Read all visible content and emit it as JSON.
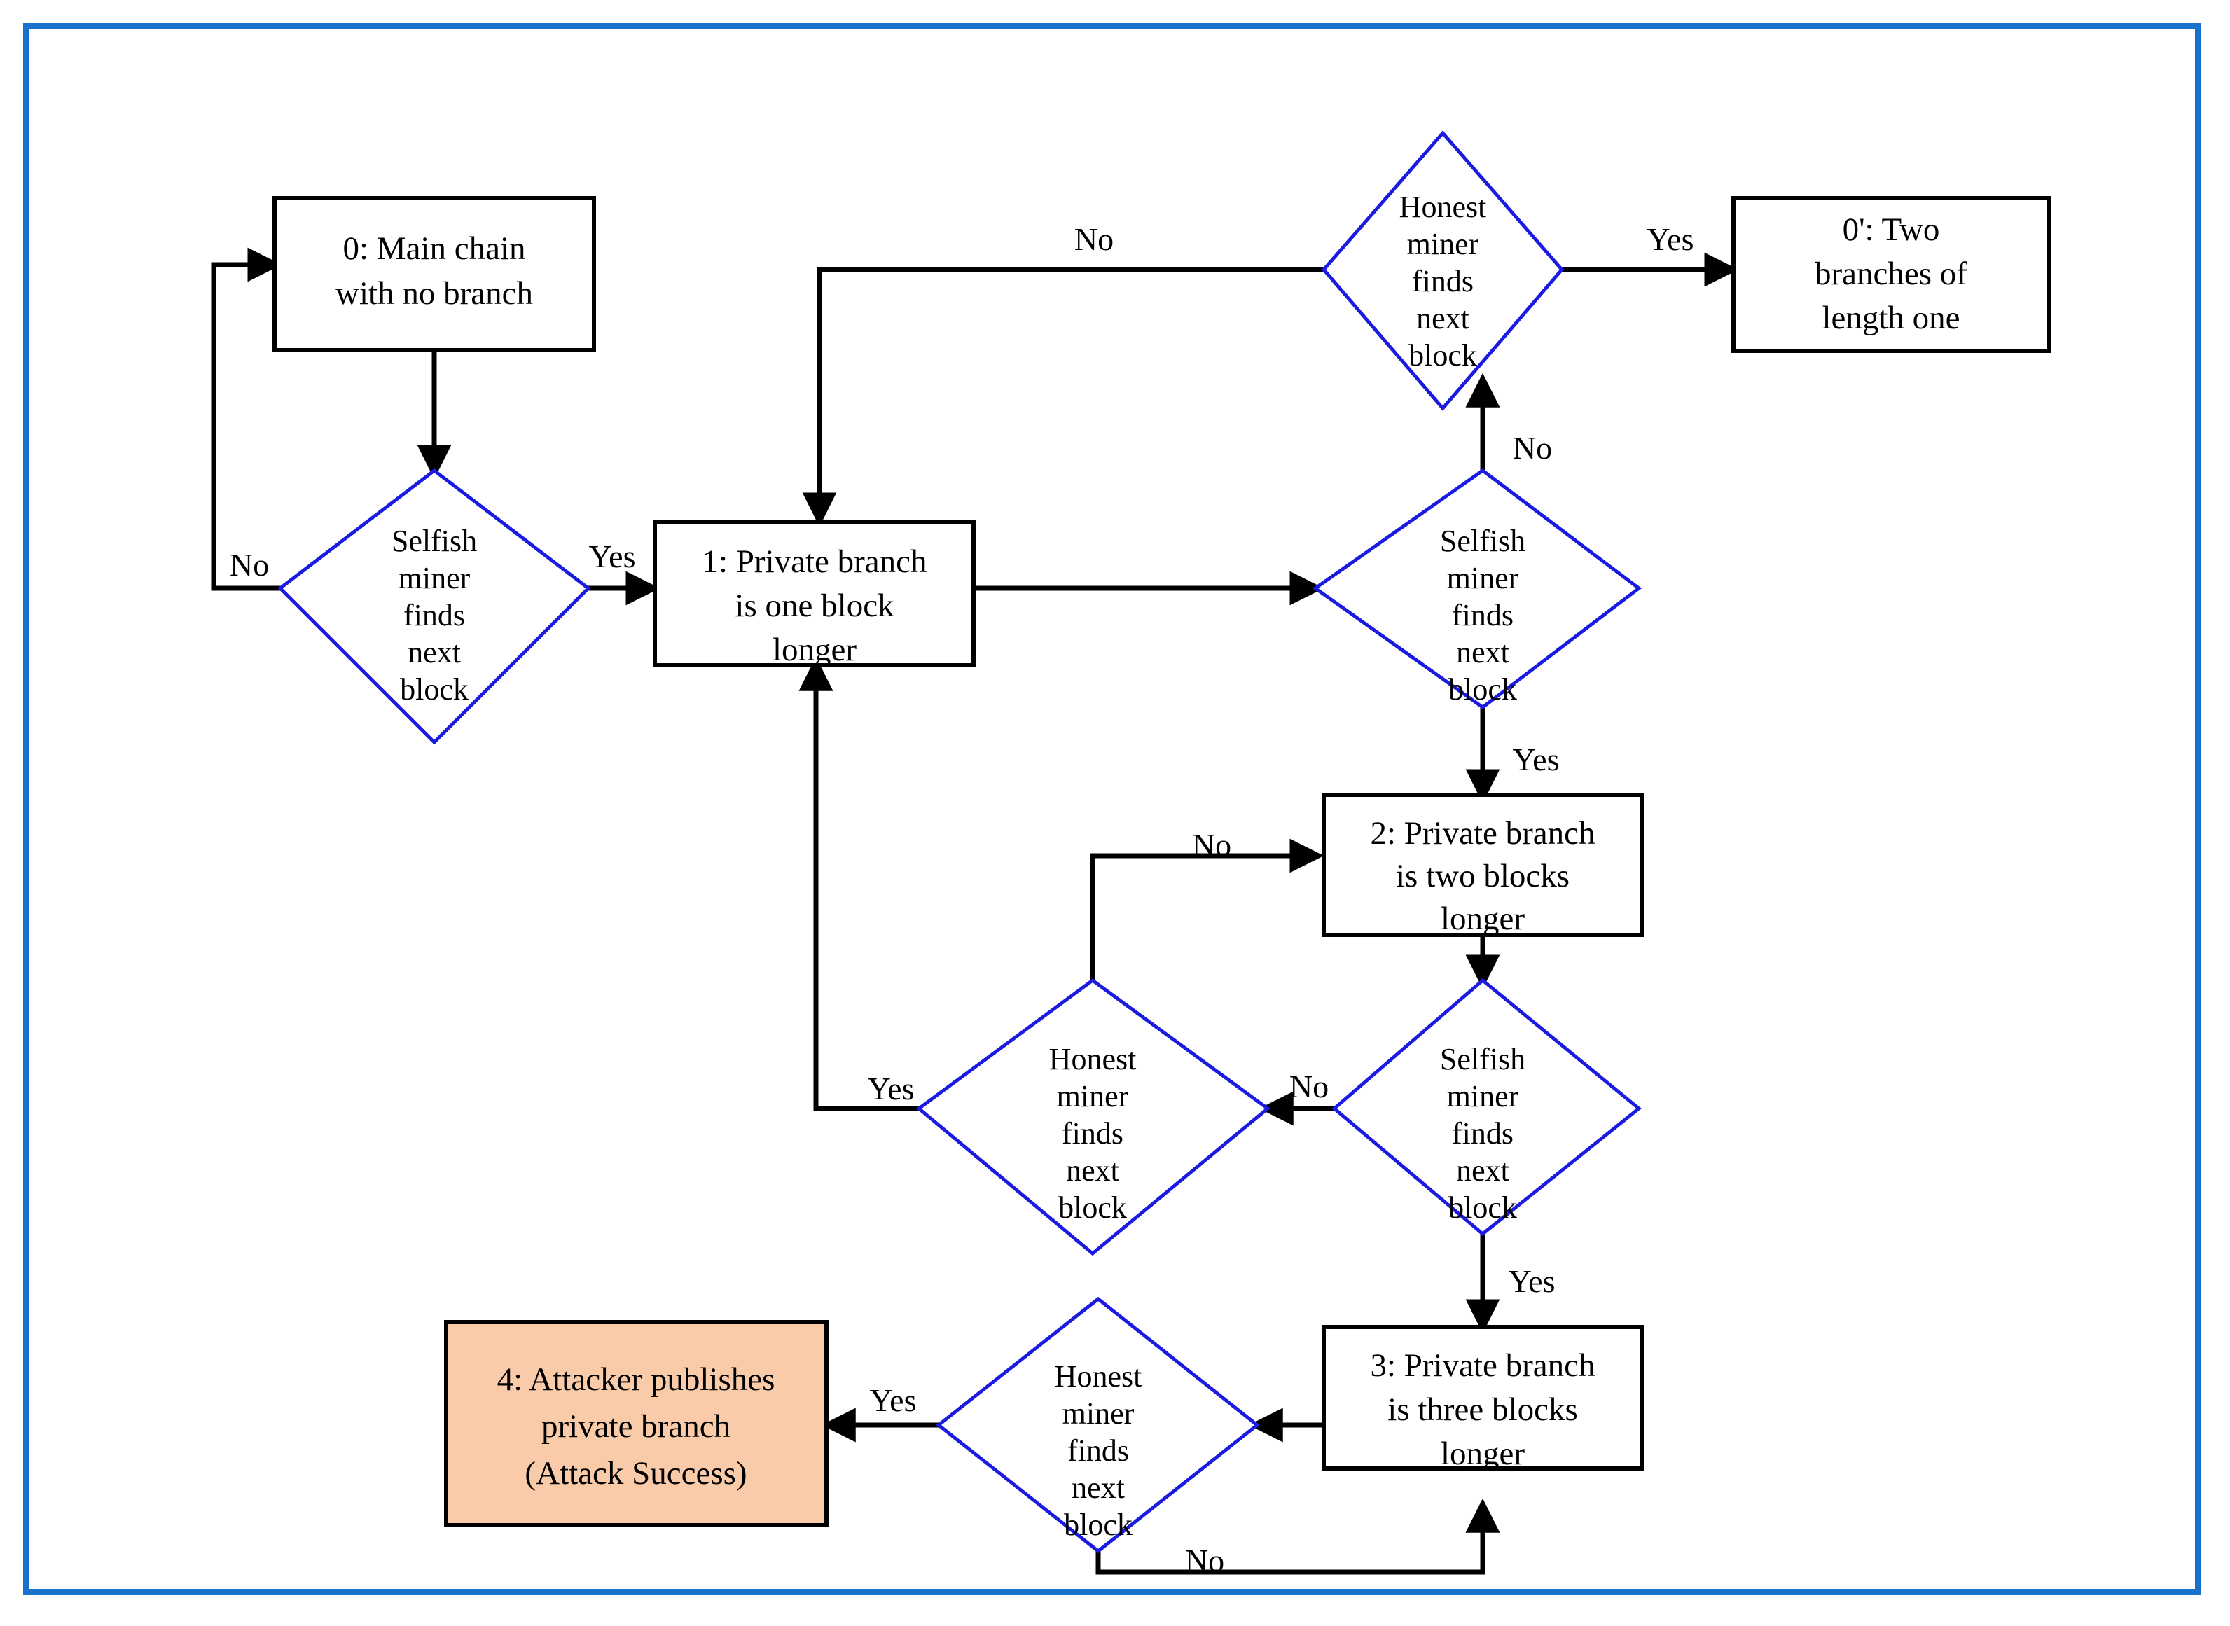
{
  "diagram": {
    "title": "Selfish mining state machine flowchart",
    "frame_color": "#1a72ce",
    "decision_border_color": "#1a1ae0",
    "process_border_color": "#000000",
    "accent_fill": "#f9cba8",
    "success_text_color": "#ff0000",
    "nodes": [
      {
        "id": "s0",
        "kind": "process",
        "lines": [
          "0: Main chain",
          "with no branch"
        ]
      },
      {
        "id": "d1",
        "kind": "decision",
        "lines": [
          "Selfish",
          "miner",
          "finds",
          "next",
          "block"
        ]
      },
      {
        "id": "s1",
        "kind": "process",
        "lines": [
          "1: Private branch",
          "is one block",
          "longer"
        ]
      },
      {
        "id": "d2",
        "kind": "decision",
        "lines": [
          "Honest",
          "miner",
          "finds",
          "next",
          "block"
        ]
      },
      {
        "id": "s0p",
        "kind": "process",
        "lines": [
          "0': Two",
          "branches of",
          "length one"
        ]
      },
      {
        "id": "d3",
        "kind": "decision",
        "lines": [
          "Selfish",
          "miner",
          "finds",
          "next",
          "block"
        ]
      },
      {
        "id": "s2",
        "kind": "process",
        "lines": [
          "2: Private branch",
          "is two blocks",
          "longer"
        ]
      },
      {
        "id": "d4",
        "kind": "decision",
        "lines": [
          "Selfish",
          "miner",
          "finds",
          "next",
          "block"
        ]
      },
      {
        "id": "d5",
        "kind": "decision",
        "lines": [
          "Honest",
          "miner",
          "finds",
          "next",
          "block"
        ]
      },
      {
        "id": "s3",
        "kind": "process",
        "lines": [
          "3: Private branch",
          "is three blocks",
          "longer"
        ]
      },
      {
        "id": "d6",
        "kind": "decision",
        "lines": [
          "Honest",
          "miner",
          "finds",
          "next",
          "block"
        ]
      },
      {
        "id": "s4",
        "kind": "process",
        "accent": true,
        "lines": [
          "4: Attacker publishes",
          "private branch"
        ],
        "paren_open": "(",
        "emphasis": "Attack Success",
        "paren_close": ")"
      }
    ],
    "edge_labels": {
      "d1_no": "No",
      "d1_yes": "Yes",
      "d2_no": "No",
      "d2_yes": "Yes",
      "d3_no": "No",
      "d3_yes": "Yes",
      "d4_no": "No",
      "d4_yes": "Yes",
      "d5_no": "No",
      "d5_yes": "Yes",
      "d6_no": "No",
      "d6_yes": "Yes"
    },
    "node_text": {
      "s0_l1": "0: Main chain",
      "s0_l2": "with no branch",
      "d1_l1": "Selfish",
      "d1_l2": "miner",
      "d1_l3": "finds",
      "d1_l4": "next",
      "d1_l5": "block",
      "s1_l1": "1: Private branch",
      "s1_l2": "is one block",
      "s1_l3": "longer",
      "d2_l1": "Honest",
      "d2_l2": "miner",
      "d2_l3": "finds",
      "d2_l4": "next",
      "d2_l5": "block",
      "s0p_l1": "0': Two",
      "s0p_l2": "branches of",
      "s0p_l3": "length one",
      "d3_l1": "Selfish",
      "d3_l2": "miner",
      "d3_l3": "finds",
      "d3_l4": "next",
      "d3_l5": "block",
      "s2_l1": "2: Private branch",
      "s2_l2": "is two blocks",
      "s2_l3": "longer",
      "d4_l1": "Selfish",
      "d4_l2": "miner",
      "d4_l3": "finds",
      "d4_l4": "next",
      "d4_l5": "block",
      "d5_l1": "Honest",
      "d5_l2": "miner",
      "d5_l3": "finds",
      "d5_l4": "next",
      "d5_l5": "block",
      "s3_l1": "3: Private branch",
      "s3_l2": "is three blocks",
      "s3_l3": "longer",
      "d6_l1": "Honest",
      "d6_l2": "miner",
      "d6_l3": "finds",
      "d6_l4": "next",
      "d6_l5": "block",
      "s4_l1": "4: Attacker publishes",
      "s4_l2": "private branch",
      "s4_paren_open": "(",
      "s4_emphasis": "Attack Success",
      "s4_paren_close": ")"
    }
  }
}
